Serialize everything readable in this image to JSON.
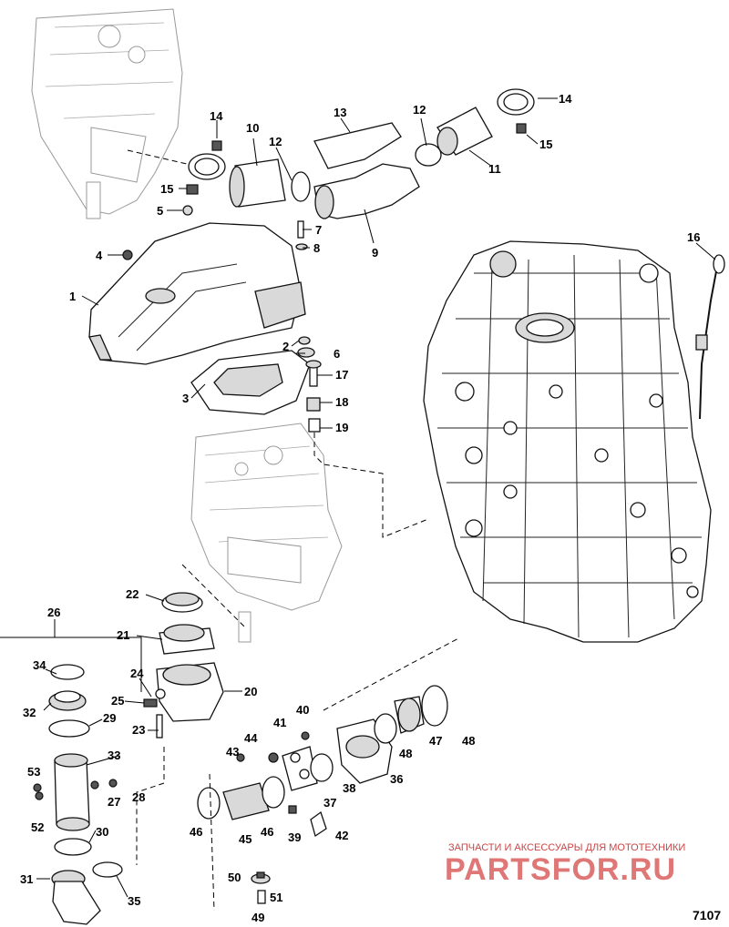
{
  "figure_number": "7107",
  "group_label": "26",
  "watermark": {
    "caption": "ЗАПЧАСТИ И АКСЕССУАРЫ ДЛЯ МОТОТЕХНИКИ",
    "brand": "PARTSFOR.RU"
  },
  "callouts": [
    "1",
    "2",
    "3",
    "4",
    "5",
    "6",
    "7",
    "8",
    "9",
    "10",
    "11",
    "12",
    "12",
    "13",
    "14",
    "14",
    "15",
    "15",
    "16",
    "17",
    "18",
    "19",
    "20",
    "21",
    "22",
    "23",
    "24",
    "25",
    "27",
    "28",
    "29",
    "30",
    "31",
    "32",
    "33",
    "34",
    "35",
    "36",
    "37",
    "38",
    "39",
    "40",
    "41",
    "42",
    "43",
    "44",
    "45",
    "46",
    "46",
    "47",
    "48",
    "48",
    "49",
    "50",
    "51",
    "52",
    "53"
  ]
}
